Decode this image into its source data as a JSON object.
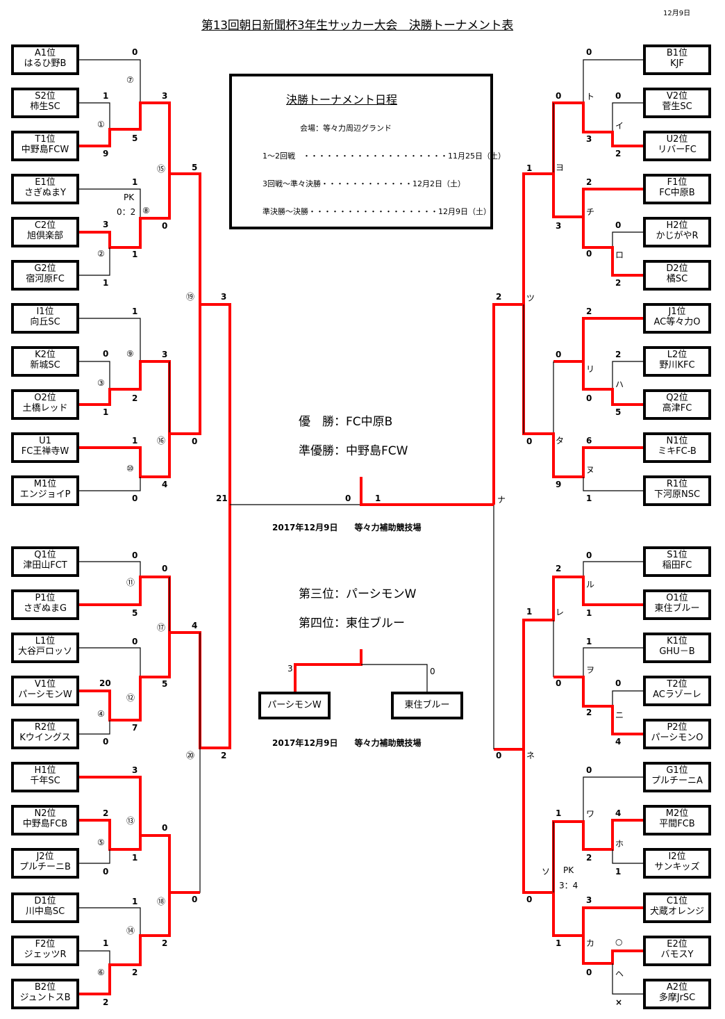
{
  "header": {
    "title": "第13回朝日新聞杯3年生サッカー大会　決勝トーナメント表",
    "date": "12月9日"
  },
  "schedule": {
    "title": "決勝トーナメント日程",
    "venue": "会場：等々力周辺グランド",
    "rows": [
      "1～2回戦　・・・・・・・・・・・・・・・・・・・11月25日（土）",
      "3回戦～準々決勝・・・・・・・・・・・・12月2日（土）",
      "準決勝～決勝・・・・・・・・・・・・・・・・・12月9日（土）"
    ]
  },
  "results": {
    "champion": "優　勝：FC中原B",
    "runner_up": "準優勝：中野島FCW",
    "third": "第三位：パーシモンW",
    "fourth": "第四位：東住ブルー",
    "final_venue": "2017年12月9日　　等々力補助競技場",
    "third_place_venue": "2017年12月9日　　等々力補助競技場"
  },
  "third_place_match": {
    "left_team": "パーシモンW",
    "left_score": "3",
    "right_team": "東住ブルー",
    "right_score": "0",
    "winner": "left"
  },
  "final": {
    "left_score": "0",
    "right_score": "1",
    "left_semi_label": "21",
    "right_label": "ナ"
  },
  "left_teams": [
    {
      "seed": "A1位",
      "name": "はるひ野B"
    },
    {
      "seed": "S2位",
      "name": "柿生SC"
    },
    {
      "seed": "T1位",
      "name": "中野島FCW"
    },
    {
      "seed": "E1位",
      "name": "さぎぬまY"
    },
    {
      "seed": "C2位",
      "name": "旭倶楽部"
    },
    {
      "seed": "G2位",
      "name": "宿河原FC"
    },
    {
      "seed": "I1位",
      "name": "向丘SC"
    },
    {
      "seed": "K2位",
      "name": "新城SC"
    },
    {
      "seed": "O2位",
      "name": "土橋レッド"
    },
    {
      "seed": "U1",
      "name": "FC王禅寺W"
    },
    {
      "seed": "M1位",
      "name": "エンジョイP"
    },
    {
      "seed": "Q1位",
      "name": "津田山FCT"
    },
    {
      "seed": "P1位",
      "name": "さぎぬまG"
    },
    {
      "seed": "L1位",
      "name": "大谷戸ロッソ"
    },
    {
      "seed": "V1位",
      "name": "パーシモンW"
    },
    {
      "seed": "R2位",
      "name": "Kウイングス"
    },
    {
      "seed": "H1位",
      "name": "千年SC"
    },
    {
      "seed": "N2位",
      "name": "中野島FCB"
    },
    {
      "seed": "J2位",
      "name": "プルチーニB"
    },
    {
      "seed": "D1位",
      "name": "川中島SC"
    },
    {
      "seed": "F2位",
      "name": "ジェッツR"
    },
    {
      "seed": "B2位",
      "name": "ジュントスB"
    }
  ],
  "right_teams": [
    {
      "seed": "B1位",
      "name": "KJF"
    },
    {
      "seed": "V2位",
      "name": "菅生SC"
    },
    {
      "seed": "U2位",
      "name": "リバーFC"
    },
    {
      "seed": "F1位",
      "name": "FC中原B"
    },
    {
      "seed": "H2位",
      "name": "かじがやR"
    },
    {
      "seed": "D2位",
      "name": "橘SC"
    },
    {
      "seed": "J1位",
      "name": "AC等々力O"
    },
    {
      "seed": "L2位",
      "name": "野川KFC"
    },
    {
      "seed": "Q2位",
      "name": "高津FC"
    },
    {
      "seed": "N1位",
      "name": "ミキFC-B"
    },
    {
      "seed": "R1位",
      "name": "下河原NSC"
    },
    {
      "seed": "S1位",
      "name": "稲田FC"
    },
    {
      "seed": "O1位",
      "name": "東住ブルー"
    },
    {
      "seed": "K1位",
      "name": "GHU－B"
    },
    {
      "seed": "T2位",
      "name": "ACラゾーレ"
    },
    {
      "seed": "P2位",
      "name": "パーシモンO"
    },
    {
      "seed": "G1位",
      "name": "プルチーニA"
    },
    {
      "seed": "M2位",
      "name": "平間FCB"
    },
    {
      "seed": "I2位",
      "name": "サンキッズ"
    },
    {
      "seed": "C1位",
      "name": "犬蔵オレンジ"
    },
    {
      "seed": "E2位",
      "name": "バモスY"
    },
    {
      "seed": "A2位",
      "name": "多摩JrSC"
    }
  ],
  "match_labels": {
    "left": [
      "①",
      "②",
      "③",
      "④",
      "⑤",
      "⑥",
      "⑦",
      "⑧",
      "⑨",
      "⑩",
      "⑪",
      "⑫",
      "⑬",
      "⑭",
      "⑮",
      "⑯",
      "⑰",
      "⑱",
      "⑲",
      "⑳"
    ],
    "right": [
      "イ",
      "ロ",
      "ハ",
      "ニ",
      "ホ",
      "ヘ",
      "ト",
      "チ",
      "リ",
      "ヌ",
      "ル",
      "ヲ",
      "ワ",
      "カ",
      "ヨ",
      "タ",
      "レ",
      "ソ",
      "ツ",
      "ネ"
    ]
  },
  "pk_notes": {
    "left_match8": {
      "label": "PK",
      "score": "0：2"
    },
    "right_match_so": {
      "label": "PK",
      "score": "3：4"
    }
  },
  "scores": {
    "left": {
      "m1": [
        "1",
        "9"
      ],
      "m2": [
        "3",
        "1"
      ],
      "m3": [
        "0",
        "1"
      ],
      "m4": [
        "20",
        "0"
      ],
      "m5": [
        "2",
        "0"
      ],
      "m6": [
        "1",
        "2"
      ],
      "m7": [
        "0",
        "5"
      ],
      "m8": [
        "1",
        "1"
      ],
      "m9": [
        "1",
        "2"
      ],
      "m10": [
        "1",
        "0"
      ],
      "m11": [
        "0",
        "5"
      ],
      "m12": [
        "0",
        "7"
      ],
      "m13": [
        "3",
        "1"
      ],
      "m14": [
        "1",
        "2"
      ],
      "m15": [
        "3",
        "0"
      ],
      "m16": [
        "3",
        "4"
      ],
      "m17": [
        "0",
        "5"
      ],
      "m18": [
        "0",
        "2"
      ],
      "m19": [
        "5",
        "0"
      ],
      "m20": [
        "4",
        "0"
      ],
      "semi_top": "3",
      "semi_bottom": "2"
    },
    "right": {
      "i": [
        "0",
        "2"
      ],
      "ro": [
        "0",
        "2"
      ],
      "ha": [
        "2",
        "5"
      ],
      "ni": [
        "0",
        "4"
      ],
      "ho": [
        "4",
        "1"
      ],
      "he": [
        "○",
        "×"
      ],
      "to": [
        "0",
        "3"
      ],
      "chi": [
        "2",
        "0"
      ],
      "ri": [
        "2",
        "0"
      ],
      "nu": [
        "6",
        "1"
      ],
      "ru": [
        "0",
        "1"
      ],
      "wo": [
        "1",
        "2"
      ],
      "wa": [
        "0",
        "2"
      ],
      "ka": [
        "3",
        "0"
      ],
      "yo": [
        "0",
        "3"
      ],
      "ta": [
        "0",
        "9"
      ],
      "re": [
        "2",
        "0"
      ],
      "so": [
        "1",
        "1"
      ],
      "tsu": [
        "1",
        "0"
      ],
      "ne": [
        "1",
        "0"
      ],
      "semi_top": "2",
      "semi_bottom": "0"
    }
  },
  "colors": {
    "win_line": "#ff0000",
    "line": "#000000"
  }
}
